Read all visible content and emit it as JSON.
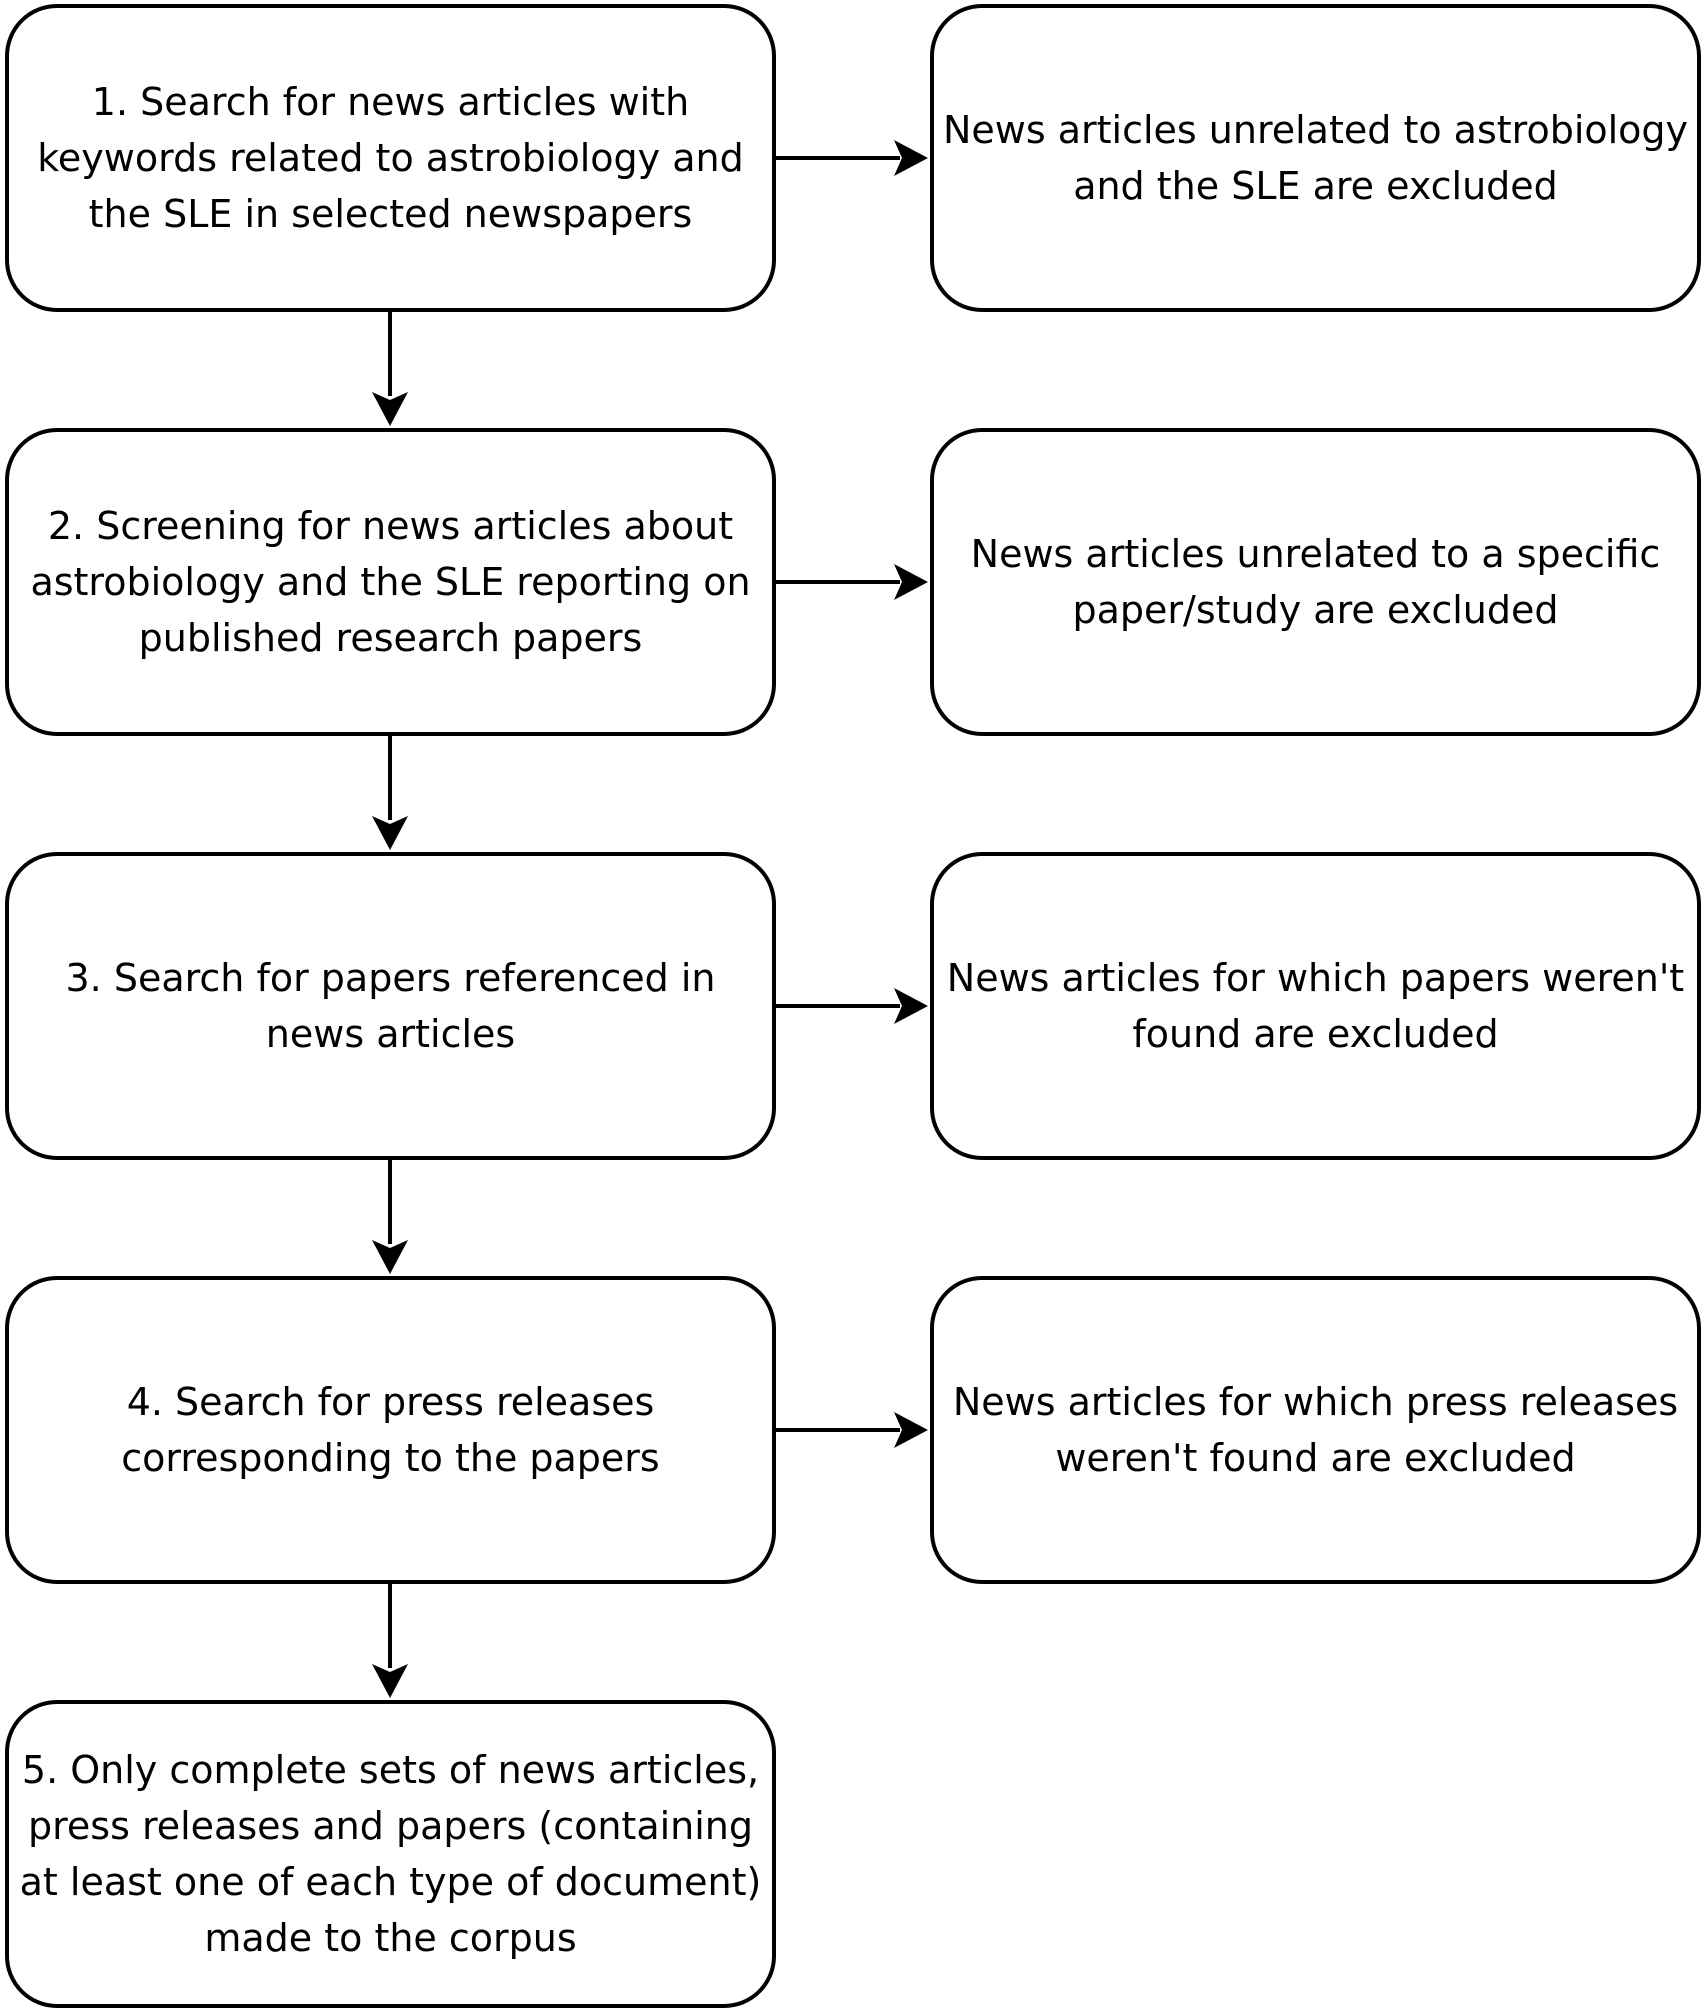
{
  "steps": [
    {
      "text": "1. Search for news articles with keywords related to astrobiology and the SLE in selected newspapers"
    },
    {
      "text": "2. Screening for news articles about astrobiology and the SLE reporting on published research papers"
    },
    {
      "text": "3. Search for papers referenced in news articles"
    },
    {
      "text": "4. Search for press releases corresponding to the papers"
    },
    {
      "text": "5. Only complete sets of news articles, press releases and papers (containing at least one of each type of document) made to the corpus"
    }
  ],
  "exclusions": [
    {
      "text": "News articles unrelated to astrobiology and the SLE are excluded"
    },
    {
      "text": "News articles unrelated to a specific paper/study are excluded"
    },
    {
      "text": "News articles for which papers weren't found are excluded"
    },
    {
      "text": "News articles for which press releases weren't found are excluded"
    }
  ]
}
